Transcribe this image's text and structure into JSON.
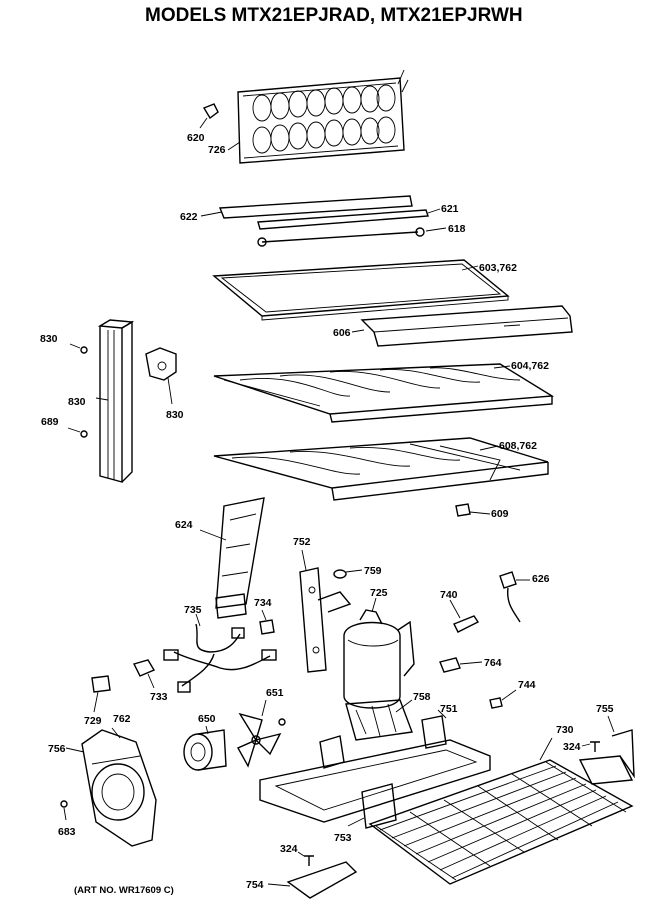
{
  "title": "MODELS MTX21EPJRAD, MTX21EPJRWH",
  "art_number": "(ART NO. WR17609 C)",
  "part_labels": {
    "p620": "620",
    "p726": "726",
    "p622": "622",
    "p621": "621",
    "p618": "618",
    "p603": "603,762",
    "p606": "606",
    "p830a": "830",
    "p830b": "830",
    "p830c": "830",
    "p689": "689",
    "p604": "604,762",
    "p608": "608,762",
    "p609": "609",
    "p624": "624",
    "p752": "752",
    "p759": "759",
    "p725": "725",
    "p740": "740",
    "p626": "626",
    "p735": "735",
    "p734": "734",
    "p764": "764",
    "p733": "733",
    "p651": "651",
    "p758": "758",
    "p744": "744",
    "p729": "729",
    "p762": "762",
    "p650": "650",
    "p751": "751",
    "p730": "730",
    "p755": "755",
    "p756": "756",
    "p324a": "324",
    "p683": "683",
    "p753": "753",
    "p324b": "324",
    "p754": "754"
  }
}
